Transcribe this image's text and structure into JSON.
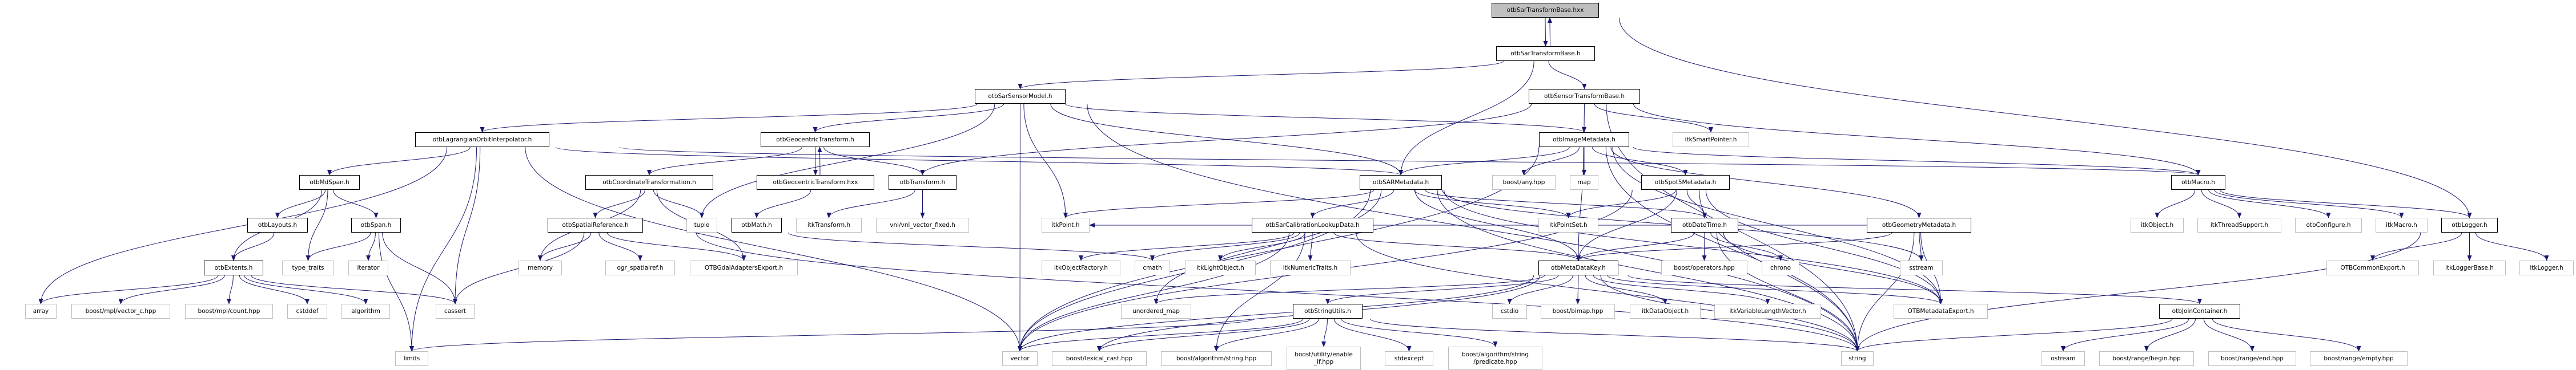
{
  "graph": {
    "root": "otbSarTransformBase.hxx",
    "edge_color": "#191970",
    "project_border_color": "#000000",
    "system_border_color": "#bfbfbf",
    "root_fill_color": "#bfbfbf",
    "nodes": [
      {
        "id": "hxx",
        "label": "otbSarTransformBase.hxx",
        "kind": "root"
      },
      {
        "id": "stb",
        "label": "otbSarTransformBase.h",
        "kind": "project"
      },
      {
        "id": "ssm",
        "label": "otbSarSensorModel.h",
        "kind": "project"
      },
      {
        "id": "sentb",
        "label": "otbSensorTransformBase.h",
        "kind": "project"
      },
      {
        "id": "lag",
        "label": "otbLagrangianOrbitInterpolator.h",
        "kind": "project"
      },
      {
        "id": "geo",
        "label": "otbGeocentricTransform.h",
        "kind": "project"
      },
      {
        "id": "imd",
        "label": "otbImageMetadata.h",
        "kind": "project"
      },
      {
        "id": "smart",
        "label": "itkSmartPointer.h",
        "kind": "system"
      },
      {
        "id": "mdspan",
        "label": "otbMdSpan.h",
        "kind": "project"
      },
      {
        "id": "coord",
        "label": "otbCoordinateTransformation.h",
        "kind": "project"
      },
      {
        "id": "geohxx",
        "label": "otbGeocentricTransform.hxx",
        "kind": "project"
      },
      {
        "id": "trans",
        "label": "otbTransform.h",
        "kind": "project"
      },
      {
        "id": "sar",
        "label": "otbSARMetadata.h",
        "kind": "project"
      },
      {
        "id": "any",
        "label": "boost/any.hpp",
        "kind": "system"
      },
      {
        "id": "map",
        "label": "map",
        "kind": "system"
      },
      {
        "id": "spot",
        "label": "otbSpot5Metadata.h",
        "kind": "project"
      },
      {
        "id": "macro",
        "label": "otbMacro.h",
        "kind": "project"
      },
      {
        "id": "layouts",
        "label": "otbLayouts.h",
        "kind": "project"
      },
      {
        "id": "span",
        "label": "otbSpan.h",
        "kind": "project"
      },
      {
        "id": "spref",
        "label": "otbSpatialReference.h",
        "kind": "project"
      },
      {
        "id": "tuple",
        "label": "tuple",
        "kind": "system"
      },
      {
        "id": "math",
        "label": "otbMath.h",
        "kind": "project"
      },
      {
        "id": "itktrans",
        "label": "itkTransform.h",
        "kind": "system"
      },
      {
        "id": "vnl",
        "label": "vnl/vnl_vector_fixed.h",
        "kind": "system"
      },
      {
        "id": "point",
        "label": "itkPoint.h",
        "kind": "system"
      },
      {
        "id": "calib",
        "label": "otbSarCalibrationLookupData.h",
        "kind": "project"
      },
      {
        "id": "pointset",
        "label": "itkPointSet.h",
        "kind": "system"
      },
      {
        "id": "date",
        "label": "otbDateTime.h",
        "kind": "project"
      },
      {
        "id": "geom",
        "label": "otbGeometryMetadata.h",
        "kind": "project"
      },
      {
        "id": "itkobj",
        "label": "itkObject.h",
        "kind": "system"
      },
      {
        "id": "thread",
        "label": "itkThreadSupport.h",
        "kind": "system"
      },
      {
        "id": "conf",
        "label": "otbConfigure.h",
        "kind": "system"
      },
      {
        "id": "itkmacro",
        "label": "itkMacro.h",
        "kind": "system"
      },
      {
        "id": "logger",
        "label": "otbLogger.h",
        "kind": "project"
      },
      {
        "id": "extents",
        "label": "otbExtents.h",
        "kind": "project"
      },
      {
        "id": "typetr",
        "label": "type_traits",
        "kind": "system"
      },
      {
        "id": "iter",
        "label": "iterator",
        "kind": "system"
      },
      {
        "id": "memory",
        "label": "memory",
        "kind": "system"
      },
      {
        "id": "ogr",
        "label": "ogr_spatialref.h",
        "kind": "system"
      },
      {
        "id": "gdalexp",
        "label": "OTBGdalAdaptersExport.h",
        "kind": "system"
      },
      {
        "id": "objfac",
        "label": "itkObjectFactory.h",
        "kind": "system"
      },
      {
        "id": "cmath",
        "label": "cmath",
        "kind": "system"
      },
      {
        "id": "light",
        "label": "itkLightObject.h",
        "kind": "system"
      },
      {
        "id": "numtr",
        "label": "itkNumericTraits.h",
        "kind": "system"
      },
      {
        "id": "mdk",
        "label": "otbMetaDataKey.h",
        "kind": "project"
      },
      {
        "id": "ops",
        "label": "boost/operators.hpp",
        "kind": "system"
      },
      {
        "id": "chrono",
        "label": "chrono",
        "kind": "system"
      },
      {
        "id": "sstream",
        "label": "sstream",
        "kind": "system"
      },
      {
        "id": "commexp",
        "label": "OTBCommonExport.h",
        "kind": "system"
      },
      {
        "id": "logbase",
        "label": "itkLoggerBase.h",
        "kind": "system"
      },
      {
        "id": "itklog",
        "label": "itkLogger.h",
        "kind": "system"
      },
      {
        "id": "array",
        "label": "array",
        "kind": "system"
      },
      {
        "id": "vecc",
        "label": "boost/mpl/vector_c.hpp",
        "kind": "system"
      },
      {
        "id": "count",
        "label": "boost/mpl/count.hpp",
        "kind": "system"
      },
      {
        "id": "cstddef",
        "label": "cstddef",
        "kind": "system"
      },
      {
        "id": "algo",
        "label": "algorithm",
        "kind": "system"
      },
      {
        "id": "cassert",
        "label": "cassert",
        "kind": "system"
      },
      {
        "id": "umap",
        "label": "unordered_map",
        "kind": "system"
      },
      {
        "id": "strutil",
        "label": "otbStringUtils.h",
        "kind": "project"
      },
      {
        "id": "cstdio",
        "label": "cstdio",
        "kind": "system"
      },
      {
        "id": "bimap",
        "label": "boost/bimap.hpp",
        "kind": "system"
      },
      {
        "id": "dataobj",
        "label": "itkDataObject.h",
        "kind": "system"
      },
      {
        "id": "varlen",
        "label": "itkVariableLengthVector.h",
        "kind": "system"
      },
      {
        "id": "mdexp",
        "label": "OTBMetadataExport.h",
        "kind": "system"
      },
      {
        "id": "join",
        "label": "otbJoinContainer.h",
        "kind": "project"
      },
      {
        "id": "limits",
        "label": "limits",
        "kind": "system"
      },
      {
        "id": "vector",
        "label": "vector",
        "kind": "system"
      },
      {
        "id": "lexcast",
        "label": "boost/lexical_cast.hpp",
        "kind": "system"
      },
      {
        "id": "algstr",
        "label": "boost/algorithm/string.hpp",
        "kind": "system"
      },
      {
        "id": "enableif",
        "label": "boost/utility/enable\n_if.hpp",
        "kind": "system"
      },
      {
        "id": "stdexc",
        "label": "stdexcept",
        "kind": "system"
      },
      {
        "id": "pred",
        "label": "boost/algorithm/string\n/predicate.hpp",
        "kind": "system"
      },
      {
        "id": "string",
        "label": "string",
        "kind": "system"
      },
      {
        "id": "ostream",
        "label": "ostream",
        "kind": "system"
      },
      {
        "id": "begin",
        "label": "boost/range/begin.hpp",
        "kind": "system"
      },
      {
        "id": "end",
        "label": "boost/range/end.hpp",
        "kind": "system"
      },
      {
        "id": "empty",
        "label": "boost/range/empty.hpp",
        "kind": "system"
      }
    ],
    "edges": [
      [
        "hxx",
        "stb"
      ],
      [
        "stb",
        "hxx"
      ],
      [
        "hxx",
        "logger"
      ],
      [
        "stb",
        "ssm"
      ],
      [
        "stb",
        "sar"
      ],
      [
        "stb",
        "sentb"
      ],
      [
        "sentb",
        "imd"
      ],
      [
        "sentb",
        "smart"
      ],
      [
        "sentb",
        "trans"
      ],
      [
        "sentb",
        "macro"
      ],
      [
        "sentb",
        "string"
      ],
      [
        "ssm",
        "lag"
      ],
      [
        "ssm",
        "geo"
      ],
      [
        "ssm",
        "tuple"
      ],
      [
        "ssm",
        "vector"
      ],
      [
        "ssm",
        "point"
      ],
      [
        "ssm",
        "sar"
      ],
      [
        "ssm",
        "imd"
      ],
      [
        "ssm",
        "string"
      ],
      [
        "lag",
        "mdspan"
      ],
      [
        "lag",
        "array"
      ],
      [
        "lag",
        "limits"
      ],
      [
        "lag",
        "cassert"
      ],
      [
        "lag",
        "sar"
      ],
      [
        "lag",
        "macro"
      ],
      [
        "lag",
        "vector"
      ],
      [
        "mdspan",
        "extents"
      ],
      [
        "mdspan",
        "layouts"
      ],
      [
        "mdspan",
        "typetr"
      ],
      [
        "mdspan",
        "span"
      ],
      [
        "layouts",
        "extents"
      ],
      [
        "span",
        "typetr"
      ],
      [
        "span",
        "iter"
      ],
      [
        "span",
        "limits"
      ],
      [
        "span",
        "cassert"
      ],
      [
        "extents",
        "array"
      ],
      [
        "extents",
        "vecc"
      ],
      [
        "extents",
        "count"
      ],
      [
        "extents",
        "cstddef"
      ],
      [
        "extents",
        "algo"
      ],
      [
        "extents",
        "cassert"
      ],
      [
        "geo",
        "coord"
      ],
      [
        "geo",
        "geohxx"
      ],
      [
        "geo",
        "trans"
      ],
      [
        "geohxx",
        "geo"
      ],
      [
        "geohxx",
        "math"
      ],
      [
        "coord",
        "memory"
      ],
      [
        "coord",
        "spref"
      ],
      [
        "coord",
        "tuple"
      ],
      [
        "coord",
        "gdalexp"
      ],
      [
        "spref",
        "memory"
      ],
      [
        "spref",
        "ogr"
      ],
      [
        "spref",
        "cassert"
      ],
      [
        "spref",
        "gdalexp"
      ],
      [
        "spref",
        "string"
      ],
      [
        "trans",
        "itktrans"
      ],
      [
        "trans",
        "vnl"
      ],
      [
        "math",
        "cmath"
      ],
      [
        "imd",
        "sar"
      ],
      [
        "imd",
        "any"
      ],
      [
        "imd",
        "map"
      ],
      [
        "imd",
        "mdk"
      ],
      [
        "imd",
        "spot"
      ],
      [
        "imd",
        "geom"
      ],
      [
        "imd",
        "macro"
      ],
      [
        "imd",
        "mdexp"
      ],
      [
        "imd",
        "string"
      ],
      [
        "imd",
        "vector"
      ],
      [
        "sar",
        "point"
      ],
      [
        "sar",
        "calib"
      ],
      [
        "sar",
        "pointset"
      ],
      [
        "sar",
        "date"
      ],
      [
        "sar",
        "mdk"
      ],
      [
        "sar",
        "vector"
      ],
      [
        "sar",
        "string"
      ],
      [
        "sar",
        "mdexp"
      ],
      [
        "sar",
        "sstream"
      ],
      [
        "sar",
        "umap"
      ],
      [
        "spot",
        "pointset"
      ],
      [
        "spot",
        "date"
      ],
      [
        "spot",
        "mdk"
      ],
      [
        "spot",
        "mdexp"
      ],
      [
        "spot",
        "string"
      ],
      [
        "spot",
        "vector"
      ],
      [
        "calib",
        "objfac"
      ],
      [
        "calib",
        "light"
      ],
      [
        "calib",
        "numtr"
      ],
      [
        "calib",
        "cmath"
      ],
      [
        "calib",
        "vector"
      ],
      [
        "calib",
        "string"
      ],
      [
        "calib",
        "algstr"
      ],
      [
        "calib",
        "mdk"
      ],
      [
        "date",
        "ops"
      ],
      [
        "date",
        "chrono"
      ],
      [
        "date",
        "mdexp"
      ],
      [
        "date",
        "string"
      ],
      [
        "date",
        "mdk"
      ],
      [
        "geom",
        "mdk"
      ],
      [
        "geom",
        "sstream"
      ],
      [
        "geom",
        "mdexp"
      ],
      [
        "geom",
        "string"
      ],
      [
        "geom",
        "point"
      ],
      [
        "mdk",
        "cstdio"
      ],
      [
        "mdk",
        "bimap"
      ],
      [
        "mdk",
        "dataobj"
      ],
      [
        "mdk",
        "varlen"
      ],
      [
        "mdk",
        "mdexp"
      ],
      [
        "mdk",
        "string"
      ],
      [
        "mdk",
        "strutil"
      ],
      [
        "mdk",
        "join"
      ],
      [
        "mdk",
        "umap"
      ],
      [
        "mdk",
        "vector"
      ],
      [
        "mdk",
        "lexcast"
      ],
      [
        "strutil",
        "vector"
      ],
      [
        "strutil",
        "lexcast"
      ],
      [
        "strutil",
        "algstr"
      ],
      [
        "strutil",
        "enableif"
      ],
      [
        "strutil",
        "stdexc"
      ],
      [
        "strutil",
        "pred"
      ],
      [
        "strutil",
        "string"
      ],
      [
        "strutil",
        "limits"
      ],
      [
        "macro",
        "itkobj"
      ],
      [
        "macro",
        "thread"
      ],
      [
        "macro",
        "conf"
      ],
      [
        "macro",
        "itkmacro"
      ],
      [
        "macro",
        "logger"
      ],
      [
        "logger",
        "commexp"
      ],
      [
        "logger",
        "logbase"
      ],
      [
        "logger",
        "itklog"
      ],
      [
        "logger",
        "string"
      ],
      [
        "join",
        "ostream"
      ],
      [
        "join",
        "begin"
      ],
      [
        "join",
        "end"
      ],
      [
        "join",
        "empty"
      ],
      [
        "join",
        "string"
      ]
    ]
  }
}
